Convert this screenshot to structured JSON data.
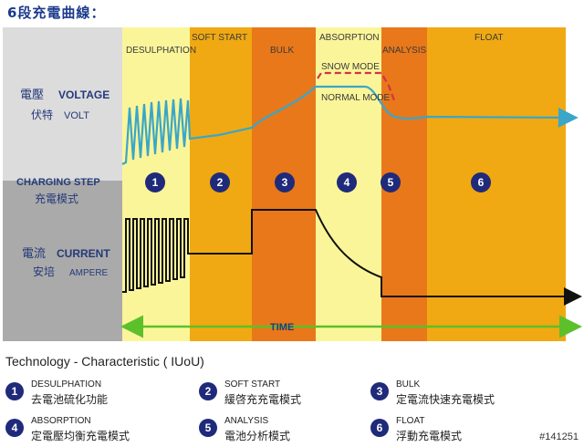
{
  "title": "6段充電曲線：",
  "labels": {
    "voltage_zh": "電壓",
    "voltage_en": "VOLTAGE",
    "volt_zh": "伏特",
    "volt_en": "VOLT",
    "charging_step": "CHARGING STEP",
    "charging_step_zh": "充電模式",
    "current_zh": "電流",
    "current_en": "CURRENT",
    "ampere_zh": "安培",
    "ampere_en": "AMPERE",
    "time": "TIME",
    "snow_mode": "SNOW MODE",
    "normal_mode": "NORMAL MODE"
  },
  "phases": [
    {
      "name": "DESULPHATION",
      "num": "1"
    },
    {
      "name": "SOFT START",
      "num": "2"
    },
    {
      "name": "BULK",
      "num": "3"
    },
    {
      "name": "ABSORPTION",
      "num": "4"
    },
    {
      "name": "ANALYSIS",
      "num": "5"
    },
    {
      "name": "FLOAT",
      "num": "6"
    }
  ],
  "legend": {
    "heading": "Technology - Characteristic ( IUoU)",
    "items": [
      {
        "num": "1",
        "en": "DESULPHATION",
        "zh": "去電池硫化功能"
      },
      {
        "num": "2",
        "en": "SOFT  START",
        "zh": "緩啓充充電模式"
      },
      {
        "num": "3",
        "en": "BULK",
        "zh": "定電流快速充電模式"
      },
      {
        "num": "4",
        "en": "ABSORPTION",
        "zh": "定電壓均衡充電模式"
      },
      {
        "num": "5",
        "en": "ANALYSIS",
        "zh": "電池分析模式"
      },
      {
        "num": "6",
        "en": "FLOAT",
        "zh": "浮動充電模式"
      }
    ]
  },
  "watermark": "#141251",
  "colors": {
    "phase_light": "#fbf59a",
    "phase_orange": "#f0a912",
    "phase_dark": "#e8781a",
    "voltage_line": "#3aa6c8",
    "current_line": "#111111",
    "time_arrow": "#5cc02a",
    "snow_line": "#d6304a",
    "circle": "#1f2a7a"
  }
}
